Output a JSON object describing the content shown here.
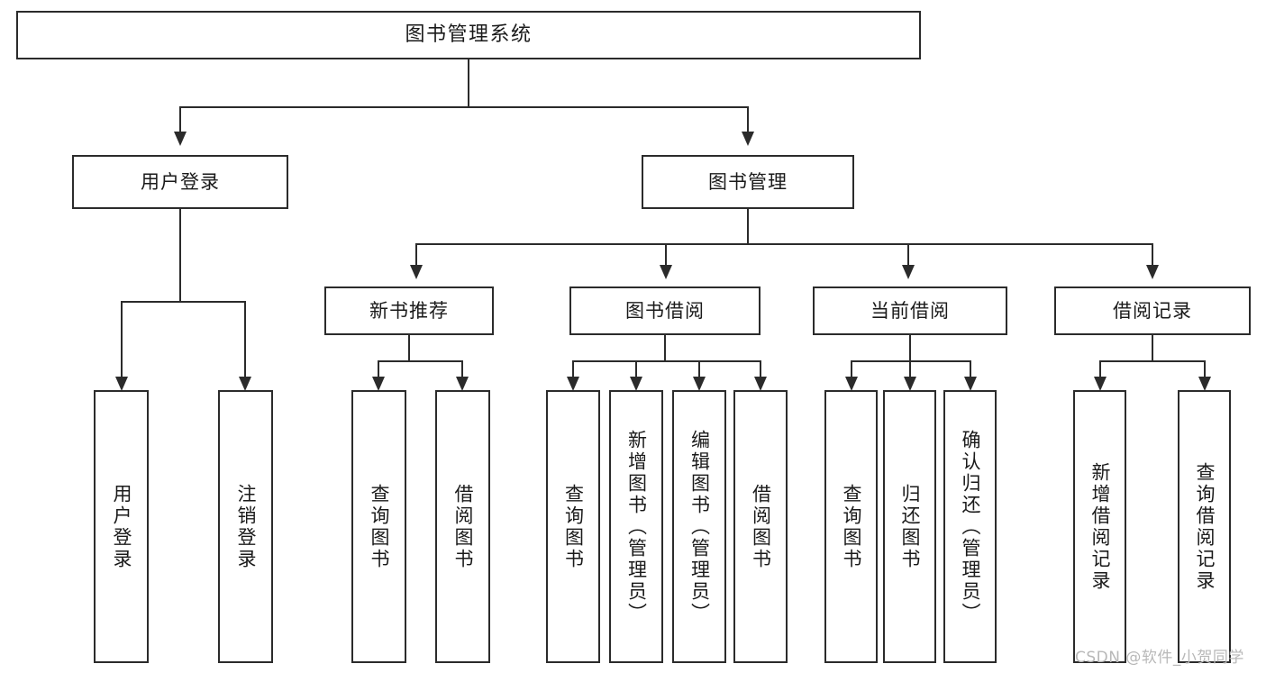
{
  "diagram": {
    "title": "图书管理系统",
    "type": "functional-structure-tree",
    "root": {
      "label": "图书管理系统"
    },
    "level2": [
      {
        "label": "用户登录"
      },
      {
        "label": "图书管理"
      }
    ],
    "level3": [
      {
        "label": "新书推荐"
      },
      {
        "label": "图书借阅"
      },
      {
        "label": "当前借阅"
      },
      {
        "label": "借阅记录"
      }
    ],
    "leaves": {
      "user_login": [
        {
          "label": "用户登录"
        },
        {
          "label": "注销登录"
        }
      ],
      "new_book_recommend": [
        {
          "label": "查询图书"
        },
        {
          "label": "借阅图书"
        }
      ],
      "book_borrow": [
        {
          "label": "查询图书"
        },
        {
          "label": "新增图书（管理员）"
        },
        {
          "label": "编辑图书（管理员）"
        },
        {
          "label": "借阅图书"
        }
      ],
      "current_borrow": [
        {
          "label": "查询图书"
        },
        {
          "label": "归还图书"
        },
        {
          "label": "确认归还（管理员）"
        }
      ],
      "borrow_record": [
        {
          "label": "新增借阅记录"
        },
        {
          "label": "查询借阅记录"
        }
      ]
    },
    "watermark": "CSDN @软件_小贺同学",
    "colors": {
      "line": "#2b2b2b",
      "fill": "#ffffff",
      "text": "#1a1a1a",
      "watermark": "#b8b8b8"
    }
  }
}
